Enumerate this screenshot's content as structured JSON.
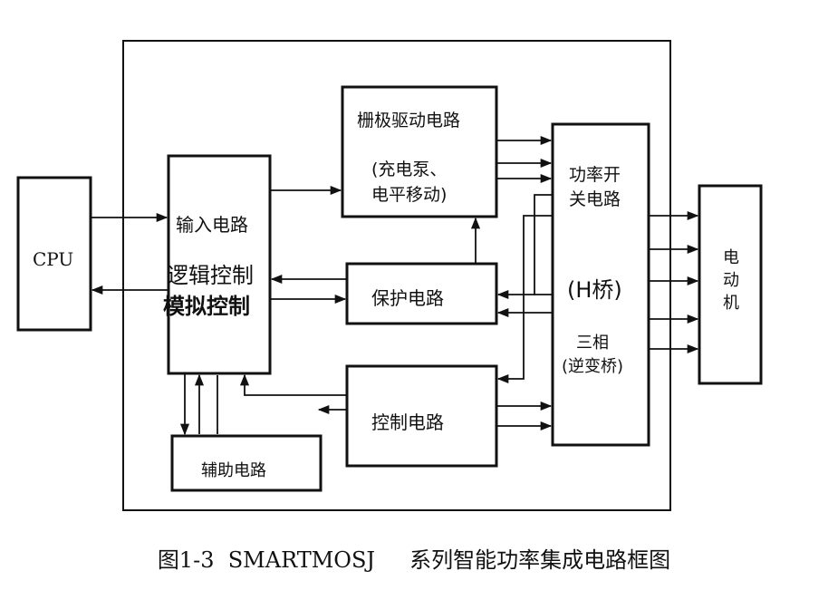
{
  "blocks": {
    "cpu": "CPU",
    "input_circuit": "输入电路",
    "logic_control": "逻辑控制",
    "analog_control": "模拟控制",
    "gate_driver": "栅极驱动电路",
    "gate_driver_sub1": "(充电泵、",
    "gate_driver_sub2": "电平移动)",
    "protection": "保护电路",
    "control": "控制电路",
    "auxiliary": "辅助电路",
    "power_switch_1": "功率开",
    "power_switch_2": "关电路",
    "h_bridge": "(H桥)",
    "three_phase": "三相",
    "inverter_bridge": "(逆变桥)",
    "motor_1": "电",
    "motor_2": "动",
    "motor_3": "机"
  },
  "caption": "图1-3  SMARTMOSJ     系列智能功率集成电路框图",
  "colors": {
    "line": "#111111",
    "background": "#ffffff"
  }
}
